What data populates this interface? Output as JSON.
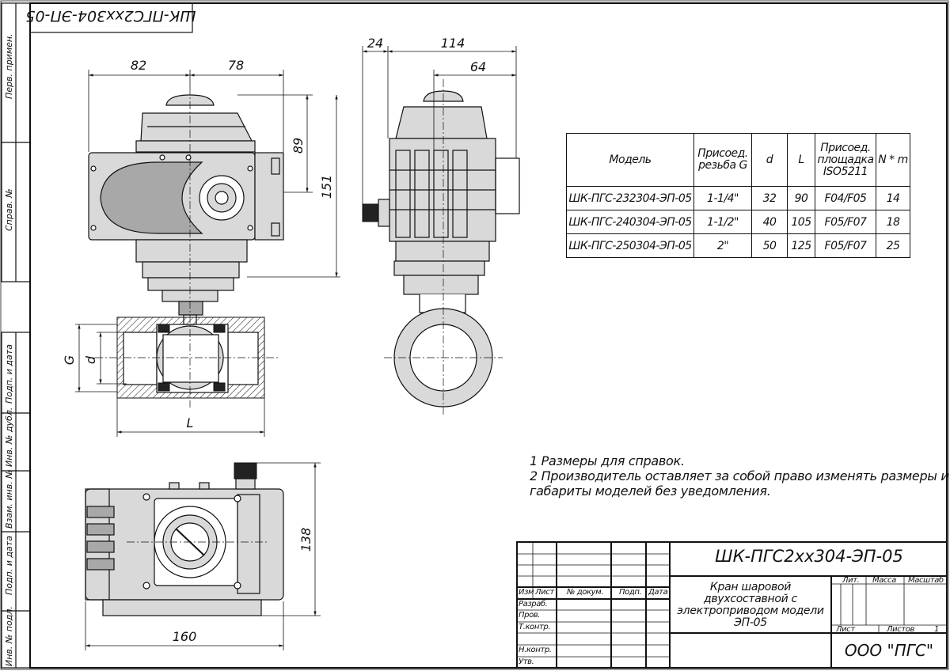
{
  "drawing": {
    "stamp_code": "ШК-ПГС2хх304-ЭП-05",
    "dimensions": {
      "front_left_width": "82",
      "front_right_width": "78",
      "actuator_height": "89",
      "total_height": "151",
      "side_flange": "24",
      "side_total": "114",
      "side_body": "64",
      "thread_g": "G",
      "bore_d": "d",
      "length_l": "L",
      "top_width": "160",
      "top_height": "138"
    }
  },
  "parameters_table": {
    "headers": [
      "Модель",
      "Присоед. резьба G",
      "d",
      "L",
      "Присоед. площадка ISO5211",
      "N * m"
    ],
    "rows": [
      [
        "ШК-ПГС-232304-ЭП-05",
        "1-1/4\"",
        "32",
        "90",
        "F04/F05",
        "14"
      ],
      [
        "ШК-ПГС-240304-ЭП-05",
        "1-1/2\"",
        "40",
        "105",
        "F05/F07",
        "18"
      ],
      [
        "ШК-ПГС-250304-ЭП-05",
        "2\"",
        "50",
        "125",
        "F05/F07",
        "25"
      ]
    ]
  },
  "notes": [
    "1 Размеры для справок.",
    "2 Производитель оставляет за собой право изменять размеры и",
    "габариты моделей без уведомления."
  ],
  "title_block": {
    "code": "ШК-ПГС2хх304-ЭП-05",
    "name": "Кран шаровой двухсоставной с электроприводом модели ЭП-05",
    "organization": "ООО \"ПГС\"",
    "col_izm": "Изм",
    "col_list": "Лист",
    "col_doc": "№ докум.",
    "col_sign": "Подп.",
    "col_date": "Дата",
    "row_razrab": "Разраб.",
    "row_prov": "Пров.",
    "row_tkontr": "Т.контр.",
    "row_nkontr": "Н.контр.",
    "row_utv": "Утв.",
    "lit": "Лит.",
    "massa": "Масса",
    "masshtab": "Масштаб",
    "list": "Лист",
    "listov": "Листов",
    "listov_value": "1"
  },
  "side_strip": {
    "perv_primen": "Перв. примен.",
    "sprav_no": "Справ. №",
    "podp_data_1": "Подп. и дата",
    "inv_dubl": "Инв. № дубл.",
    "vzam_inv": "Взам. инв. №",
    "podp_data_2": "Подп. и дата",
    "inv_podl": "Инв. № подл."
  }
}
